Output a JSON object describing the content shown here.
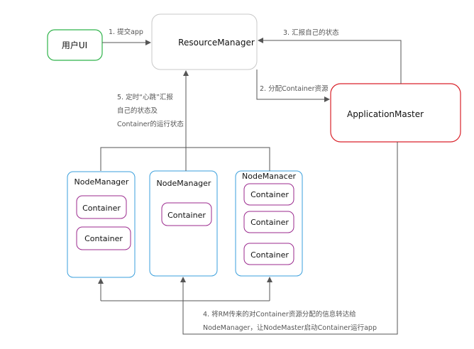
{
  "nodes": {
    "user_ui": "用户UI",
    "resource_manager": "ResourceManager",
    "application_master": "ApplicationMaster",
    "node_manager_1": "NodeManager",
    "node_manager_2": "NodeManager",
    "node_manager_3": "NodeManacer",
    "container": "Container"
  },
  "edges": {
    "step1": "1. 提交app",
    "step2": "2. 分配Container资源",
    "step3": "3. 汇报自己的状态",
    "step4_line1": "4. 将RM传来的对Container资源分配的信息转达给",
    "step4_line2": "NodeManager，让NodeMaster启动Container运行app",
    "step5_line1": "5. 定时“心跳”汇报",
    "step5_line2": "自己的状态及",
    "step5_line3": "Container的运行状态"
  },
  "colors": {
    "user_ui_border": "#2fb34a",
    "rm_border": "#c8c8c8",
    "am_border": "#d9222a",
    "nm_border": "#3a9fdc",
    "container_border": "#9b2a8e",
    "line": "#555555",
    "label": "#555555"
  }
}
